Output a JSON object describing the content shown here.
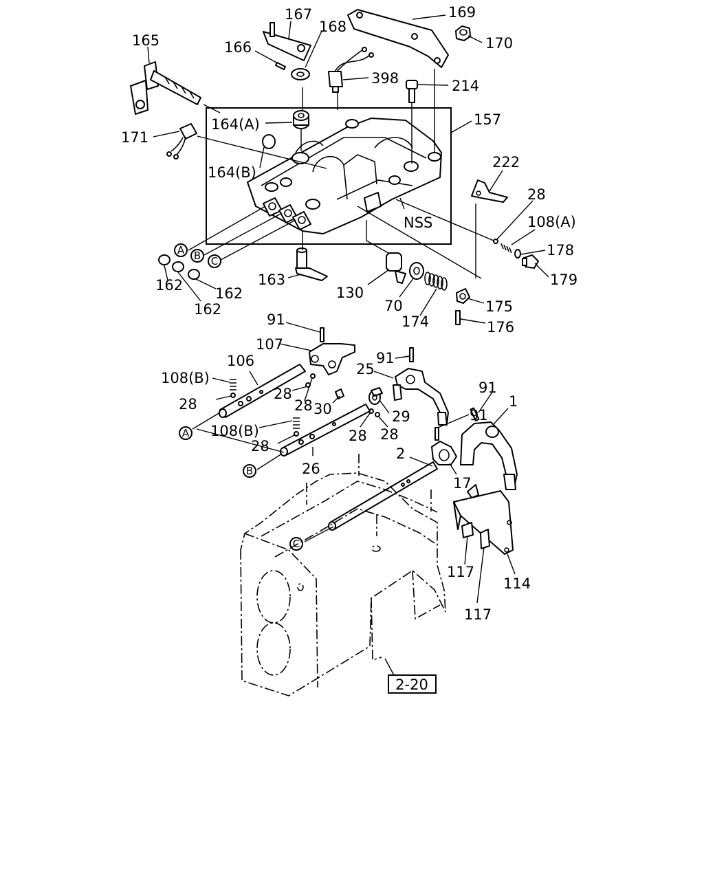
{
  "diagram": {
    "part_labels": {
      "p167": "167",
      "p169": "169",
      "p168": "168",
      "p165": "165",
      "p166": "166",
      "p170": "170",
      "p398": "398",
      "p214": "214",
      "p164a": "164(A)",
      "p157": "157",
      "p171": "171",
      "p164b": "164(B)",
      "p222": "222",
      "p28a": "28",
      "p108a": "108(A)",
      "p178": "178",
      "p179": "179",
      "pnss": "NSS",
      "p162a": "162",
      "p162b": "162",
      "p162c": "162",
      "p163": "163",
      "p130": "130",
      "p70": "70",
      "p174": "174",
      "p175": "175",
      "p176": "176",
      "p91a": "91",
      "p107": "107",
      "p106": "106",
      "p91b": "91",
      "p108b1": "108(B)",
      "p25": "25",
      "p28b": "28",
      "p28c": "28",
      "p28d": "28",
      "p30": "30",
      "p29": "29",
      "p91c": "91",
      "p91d": "91",
      "p1": "1",
      "p108b2": "108(B)",
      "p28e": "28",
      "p28f": "28",
      "p28g": "28",
      "p2": "2",
      "p26": "26",
      "p17": "17",
      "p117a": "117",
      "p114": "114",
      "p117b": "117"
    },
    "circle_markers": {
      "a1": "A",
      "b1": "B",
      "c1": "C",
      "a2": "A",
      "b2": "B",
      "c2": "C"
    },
    "reference_box": "2-20"
  }
}
